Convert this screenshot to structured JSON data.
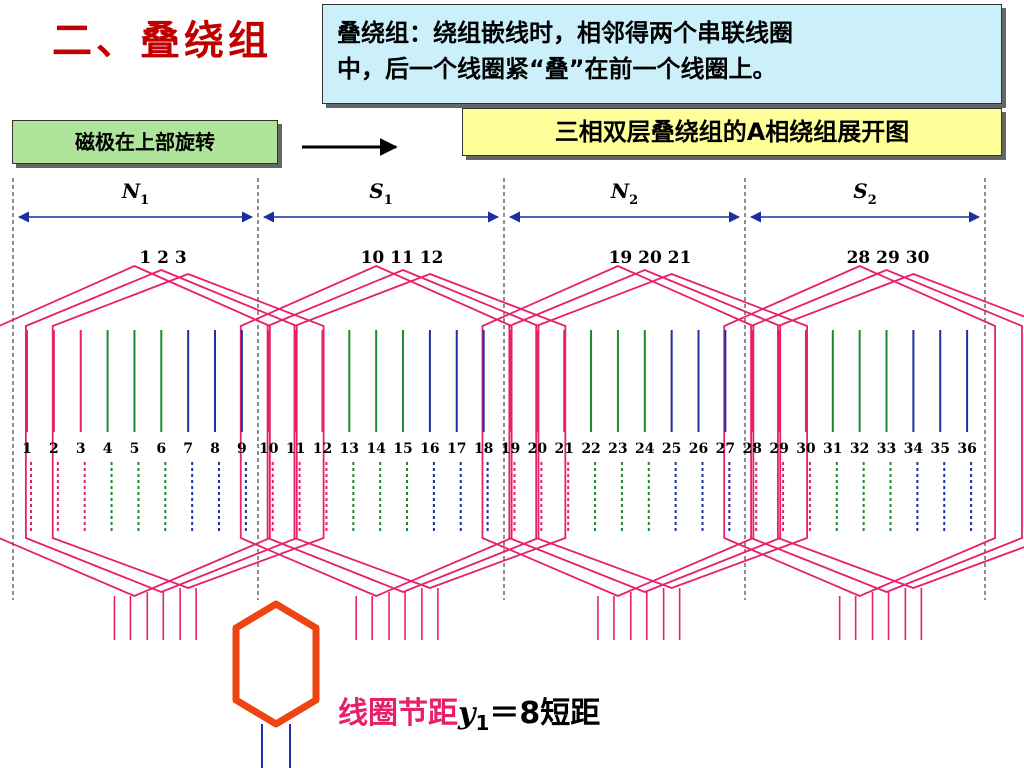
{
  "title": "二、叠绕组",
  "definition": {
    "line1": "叠绕组：绕组嵌线时，相邻得两个串联线圈",
    "line2": "中，后一个线圈紧“叠”在前一个线圈上。"
  },
  "subtitle": "三相双层叠绕组的A相绕组展开图",
  "pole_note": "磁极在上部旋转",
  "poles": [
    {
      "letter": "N",
      "sub": "1"
    },
    {
      "letter": "S",
      "sub": "1"
    },
    {
      "letter": "N",
      "sub": "2"
    },
    {
      "letter": "S",
      "sub": "2"
    }
  ],
  "coil_groups": [
    "1  2  3",
    "10  11 12",
    "19  20  21",
    "28  29  30"
  ],
  "slot_numbers": [
    "1",
    "2",
    "3",
    "4",
    "5",
    "6",
    "7",
    "8",
    "9",
    "10",
    "11",
    "12",
    "13",
    "14",
    "15",
    "16",
    "17",
    "18",
    "19",
    "20",
    "21",
    "22",
    "23",
    "24",
    "25",
    "26",
    "27",
    "28",
    "29",
    "30",
    "31",
    "32",
    "33",
    "34",
    "35",
    "36"
  ],
  "pitch": {
    "prefix": "线圈节距",
    "var": "y",
    "sub": "1",
    "value": "＝8",
    "suffix": "短距"
  },
  "colors": {
    "phase_a": "#e8206c",
    "phase_b": "#1a8a2a",
    "phase_c": "#2030a0",
    "arrow": "#1a2fa0",
    "sample_coil": "#ee4411",
    "title": "#c00000"
  }
}
